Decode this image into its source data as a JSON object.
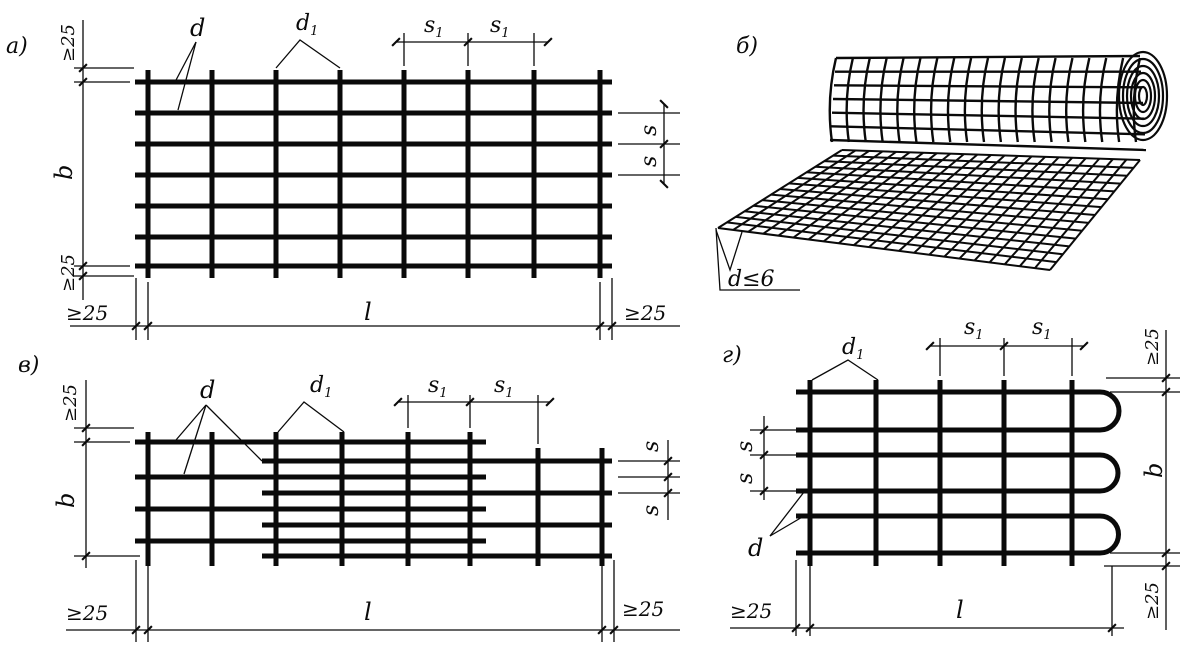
{
  "figures": {
    "a": {
      "panel_label": "а)",
      "rod_label": "d",
      "cross_rod_label": "d1",
      "spacing_label": "s",
      "cross_spacing_label": "s1",
      "width_label": "b",
      "length_label": "l",
      "min_cover_label": "≥25"
    },
    "b": {
      "panel_label": "б)",
      "diameter_label": "d≤6"
    },
    "v": {
      "panel_label": "в)",
      "rod_label": "d",
      "cross_rod_label": "d1",
      "spacing_label": "s",
      "cross_spacing_label": "s1",
      "width_label": "b",
      "length_label": "l",
      "min_cover_label": "≥25"
    },
    "g": {
      "panel_label": "г)",
      "rod_label": "d",
      "cross_rod_label": "d1",
      "spacing_label": "s",
      "cross_spacing_label": "s1",
      "width_label": "b",
      "length_label": "l",
      "min_cover_label": "≥25"
    }
  }
}
